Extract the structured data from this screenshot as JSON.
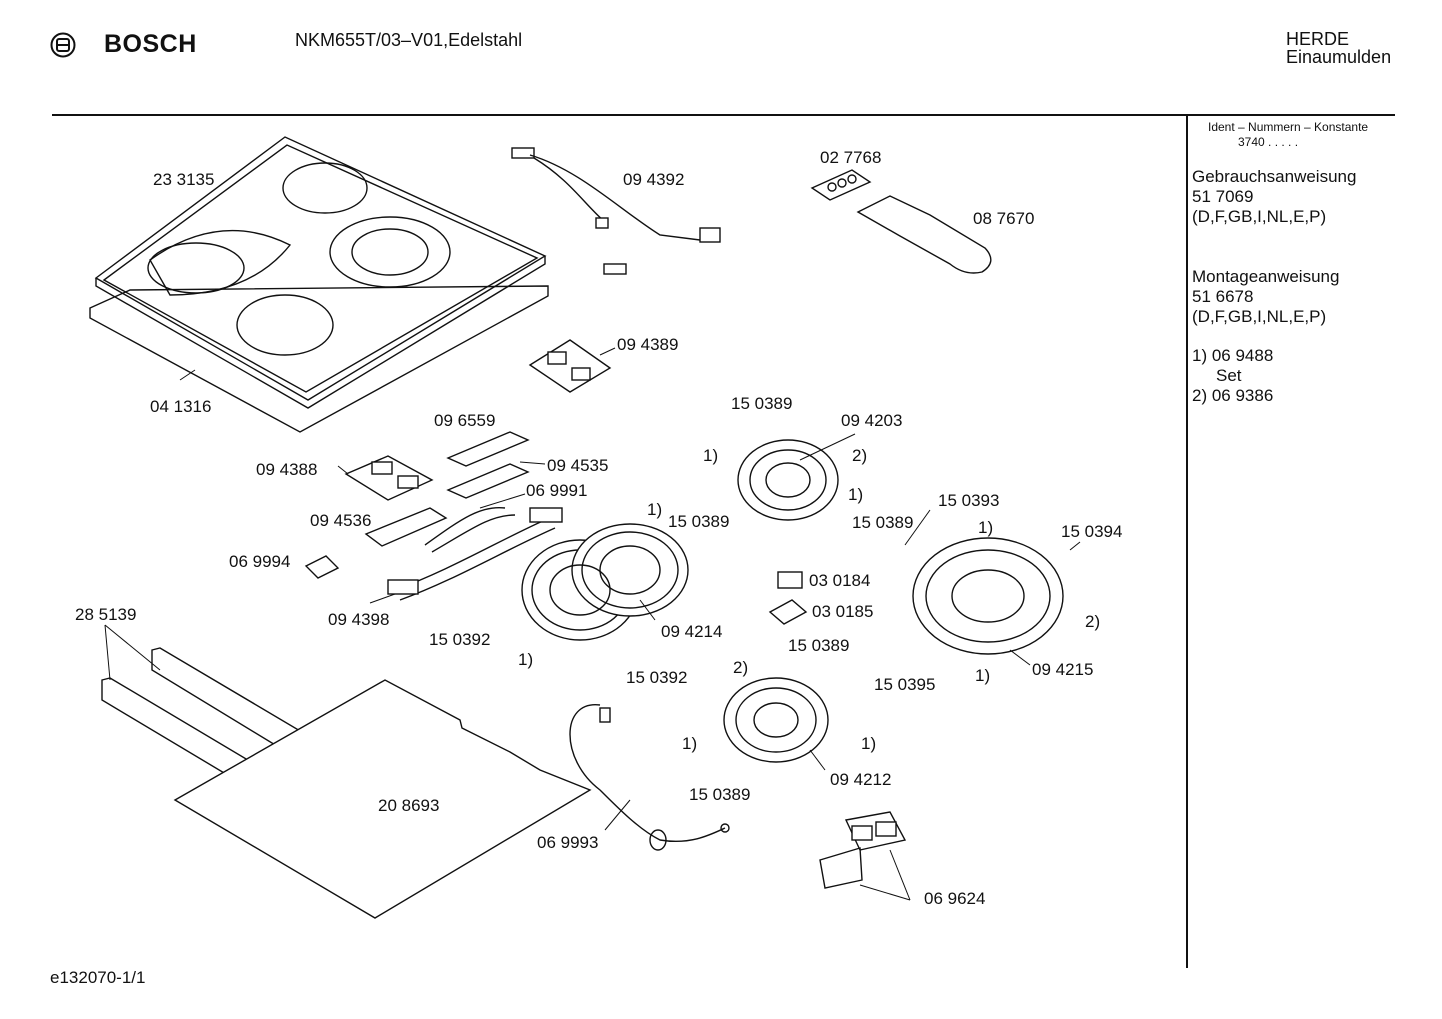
{
  "header": {
    "logo_icon": "bosch-armature-icon",
    "brand": "BOSCH",
    "model": "NKM655T/03–V01,Edelstahl",
    "category_line1": "HERDE",
    "category_line2": "Einaumulden"
  },
  "sidebar": {
    "ident_label": "Ident – Nummern – Konstante",
    "ident_value": "3740  .  .  .  .  .",
    "manual_title": "Gebrauchsanweisung",
    "manual_number": "51 7069",
    "manual_langs": "(D,F,GB,I,NL,E,P)",
    "assembly_title": "Montageanweisung",
    "assembly_number": "51 6678",
    "assembly_langs": "(D,F,GB,I,NL,E,P)",
    "note1": "1)  06 9488",
    "note1_sub": "Set",
    "note2": "2)  06 9386"
  },
  "parts": [
    {
      "id": "p233135",
      "text": "23 3135"
    },
    {
      "id": "p041316",
      "text": "04 1316"
    },
    {
      "id": "p094392",
      "text": "09 4392"
    },
    {
      "id": "p027768",
      "text": "02 7768"
    },
    {
      "id": "p087670",
      "text": "08 7670"
    },
    {
      "id": "p094389",
      "text": "09 4389"
    },
    {
      "id": "p096559",
      "text": "09 6559"
    },
    {
      "id": "p094388",
      "text": "09 4388"
    },
    {
      "id": "p094535",
      "text": "09 4535"
    },
    {
      "id": "p069991",
      "text": "06 9991"
    },
    {
      "id": "p094536",
      "text": "09 4536"
    },
    {
      "id": "p069994",
      "text": "06 9994"
    },
    {
      "id": "p094398",
      "text": "09 4398"
    },
    {
      "id": "p150389a",
      "text": "15 0389"
    },
    {
      "id": "p094203",
      "text": "09 4203"
    },
    {
      "id": "n1a",
      "text": "1)"
    },
    {
      "id": "n2a",
      "text": "2)"
    },
    {
      "id": "n1b",
      "text": "1)"
    },
    {
      "id": "p150389b",
      "text": "15 0389"
    },
    {
      "id": "n1c",
      "text": "1)"
    },
    {
      "id": "p150389c",
      "text": "15 0389"
    },
    {
      "id": "p150393",
      "text": "15 0393"
    },
    {
      "id": "n1d",
      "text": "1)"
    },
    {
      "id": "p150394",
      "text": "15 0394"
    },
    {
      "id": "p030184",
      "text": "03 0184"
    },
    {
      "id": "p030185",
      "text": "03 0185"
    },
    {
      "id": "p094214",
      "text": "09 4214"
    },
    {
      "id": "p150392a",
      "text": "15 0392"
    },
    {
      "id": "n1e",
      "text": "1)"
    },
    {
      "id": "p150392b",
      "text": "15 0392"
    },
    {
      "id": "p150389d",
      "text": "15 0389"
    },
    {
      "id": "n2b",
      "text": "2)"
    },
    {
      "id": "p150395",
      "text": "15 0395"
    },
    {
      "id": "n1f",
      "text": "1)"
    },
    {
      "id": "p094215",
      "text": "09 4215"
    },
    {
      "id": "n2c",
      "text": "2)"
    },
    {
      "id": "n1g",
      "text": "1)"
    },
    {
      "id": "n1h",
      "text": "1)"
    },
    {
      "id": "p094212",
      "text": "09 4212"
    },
    {
      "id": "p150389e",
      "text": "15 0389"
    },
    {
      "id": "p285139",
      "text": "28 5139"
    },
    {
      "id": "p208693",
      "text": "20 8693"
    },
    {
      "id": "p069993",
      "text": "06 9993"
    },
    {
      "id": "p069624",
      "text": "06 9624"
    }
  ],
  "footer": {
    "drawing_id": "e132070-1/1"
  }
}
